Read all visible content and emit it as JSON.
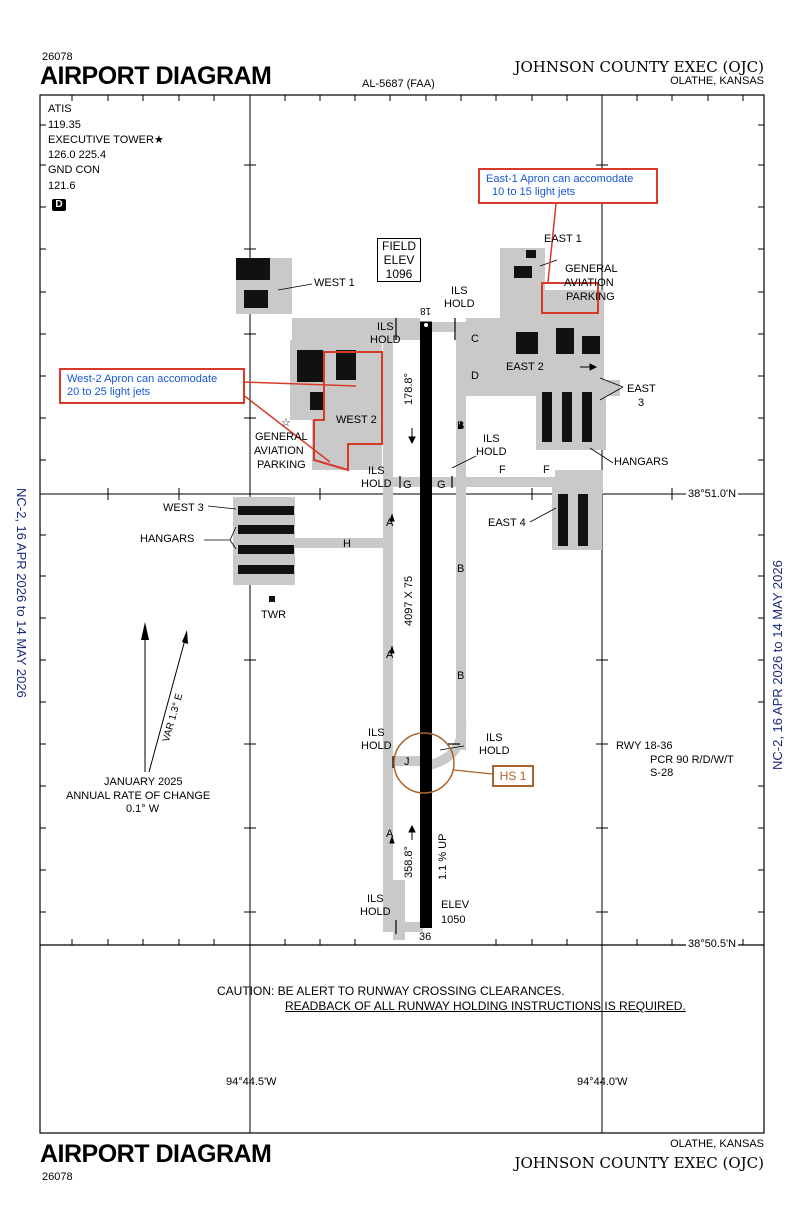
{
  "header": {
    "id": "26078",
    "title": "AIRPORT DIAGRAM",
    "chart_number": "AL-5687 (FAA)",
    "airport": "JOHNSON COUNTY EXEC (OJC)",
    "city": "OLATHE, KANSAS"
  },
  "frequencies": {
    "atis_label": "ATIS",
    "atis_freq": "119.35",
    "tower_label": "EXECUTIVE TOWER",
    "tower_star": "★",
    "tower_freq": "126.0  225.4",
    "gnd_label": "GND CON",
    "gnd_freq": "121.6",
    "class_badge": "D"
  },
  "field_elev": {
    "line1": "FIELD",
    "line2": "ELEV",
    "value": "1096"
  },
  "runway": {
    "name": "RWY  18-36",
    "pcr": "PCR 90 R/D/W/T",
    "strength": "S-28",
    "dimensions": "4097 X 75",
    "end_north": "18",
    "end_south": "36",
    "heading_south": "178.8°",
    "heading_north": "358.8°",
    "gradient": "1.1 % UP",
    "elev_label": "ELEV",
    "elev_south": "1050"
  },
  "labels": {
    "west1": "WEST 1",
    "west2": "WEST 2",
    "west3": "WEST 3",
    "east1": "EAST 1",
    "east2": "EAST 2",
    "east3_a": "EAST",
    "east3_b": "3",
    "east4": "EAST 4",
    "hangars": "HANGARS",
    "twr": "TWR",
    "ga_w1": "GENERAL",
    "ga_w2": "AVIATION",
    "ga_w3": "PARKING",
    "ga_e1": "GENERAL",
    "ga_e2": "AVIATION",
    "ga_e3": "PARKING",
    "ils": "ILS",
    "hold": "HOLD",
    "star": "☆"
  },
  "taxiways": {
    "A": "A",
    "B": "B",
    "C": "C",
    "D": "D",
    "F": "F",
    "G": "G",
    "H": "H",
    "J": "J"
  },
  "coordinates": {
    "lat_north": "38°51.0'N",
    "lat_south": "38°50.5'N",
    "lon_west": "94°44.5'W",
    "lon_east": "94°44.0'W"
  },
  "magnetic": {
    "var": "VAR 1.3° E",
    "date": "JANUARY 2025",
    "rate_line": "ANNUAL RATE OF CHANGE",
    "rate": "0.1° W"
  },
  "side_text": {
    "left": "NC-2,  16 APR 2026  to  14 MAY 2026",
    "right": "NC-2,  16 APR 2026  to  14 MAY 2026"
  },
  "caution": {
    "line1": "CAUTION: BE ALERT TO RUNWAY CROSSING CLEARANCES.",
    "line2": "READBACK OF ALL RUNWAY HOLDING INSTRUCTIONS IS REQUIRED."
  },
  "annotations": {
    "east1_note_l1": "East-1 Apron can accomodate",
    "east1_note_l2": "10 to 15 light jets",
    "west2_note_l1": "West-2 Apron can accomodate",
    "west2_note_l2": "20 to 25 light jets",
    "hs1": "HS 1"
  },
  "footer": {
    "city": "OLATHE, KANSAS",
    "title": "AIRPORT DIAGRAM",
    "airport": "JOHNSON COUNTY EXEC (OJC)",
    "id": "26078"
  },
  "colors": {
    "pavement": "#c9c9c9",
    "annotation_red": "#d83a2a",
    "annotation_blue": "#1a56d6",
    "hotspot": "#a8642c",
    "side_text": "#1a2a7a"
  }
}
